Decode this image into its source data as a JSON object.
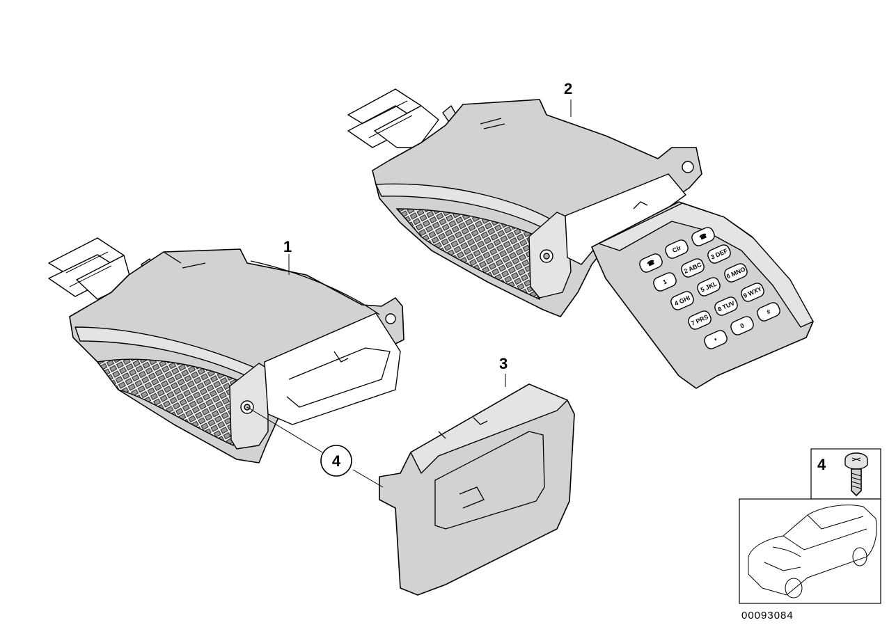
{
  "callouts": {
    "part1": "1",
    "part2": "2",
    "part3": "3",
    "part4_circle": "4",
    "part4_inset": "4"
  },
  "keypad_keys": [
    "☎",
    "Clr",
    "☎",
    "1",
    "2 ABC",
    "3 DEF",
    "4 GHI",
    "5 JKL",
    "6 MNO",
    "7 PRS",
    "8 TUV",
    "9 WXY",
    "*",
    "0",
    "#"
  ],
  "diagram_number": "00093084",
  "colors": {
    "part_fill": "#d2d2d2",
    "grille_fill": "#9a9a9a",
    "line": "#000000"
  }
}
